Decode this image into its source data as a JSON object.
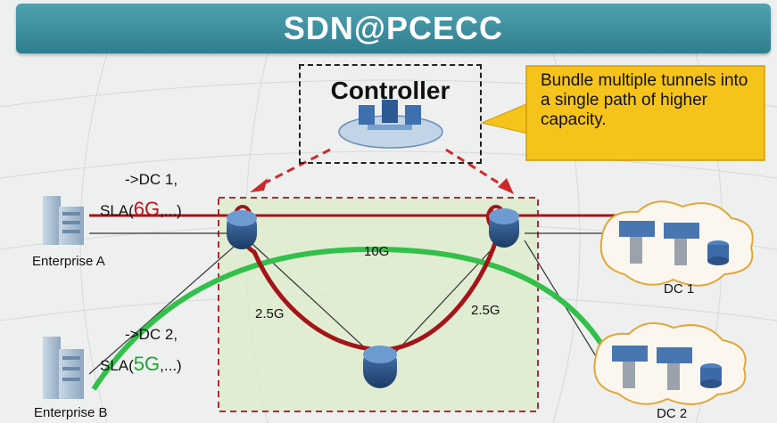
{
  "title": "SDN@PCECC",
  "controller": {
    "label": "Controller"
  },
  "callout": {
    "text": "Bundle multiple tunnels into a single path of higher capacity."
  },
  "enterprises": [
    {
      "name": "Enterprise A",
      "request_prefix": "->DC 1,",
      "sla_prefix": "SLA(",
      "sla_value": "6G",
      "sla_suffix": ",...)",
      "sla_color": "#c0141a"
    },
    {
      "name": "Enterprise B",
      "request_prefix": "->DC 2,",
      "sla_prefix": "SLA(",
      "sla_value": "5G",
      "sla_suffix": ",...)",
      "sla_color": "#1aa830"
    }
  ],
  "links": {
    "top": "10G",
    "left": "2.5G",
    "right": "2.5G"
  },
  "datacenters": [
    {
      "name": "DC 1"
    },
    {
      "name": "DC 2"
    }
  ],
  "colors": {
    "title_bar": "#3a8d9c",
    "red_path": "#a31518",
    "green_path": "#33c04a",
    "callout_bg": "#f6c31a",
    "domain_fill": "#dcecc9"
  },
  "icons": [
    "building-icon",
    "router-icon",
    "controller-icon",
    "server-icon",
    "database-icon",
    "cloud-icon"
  ]
}
